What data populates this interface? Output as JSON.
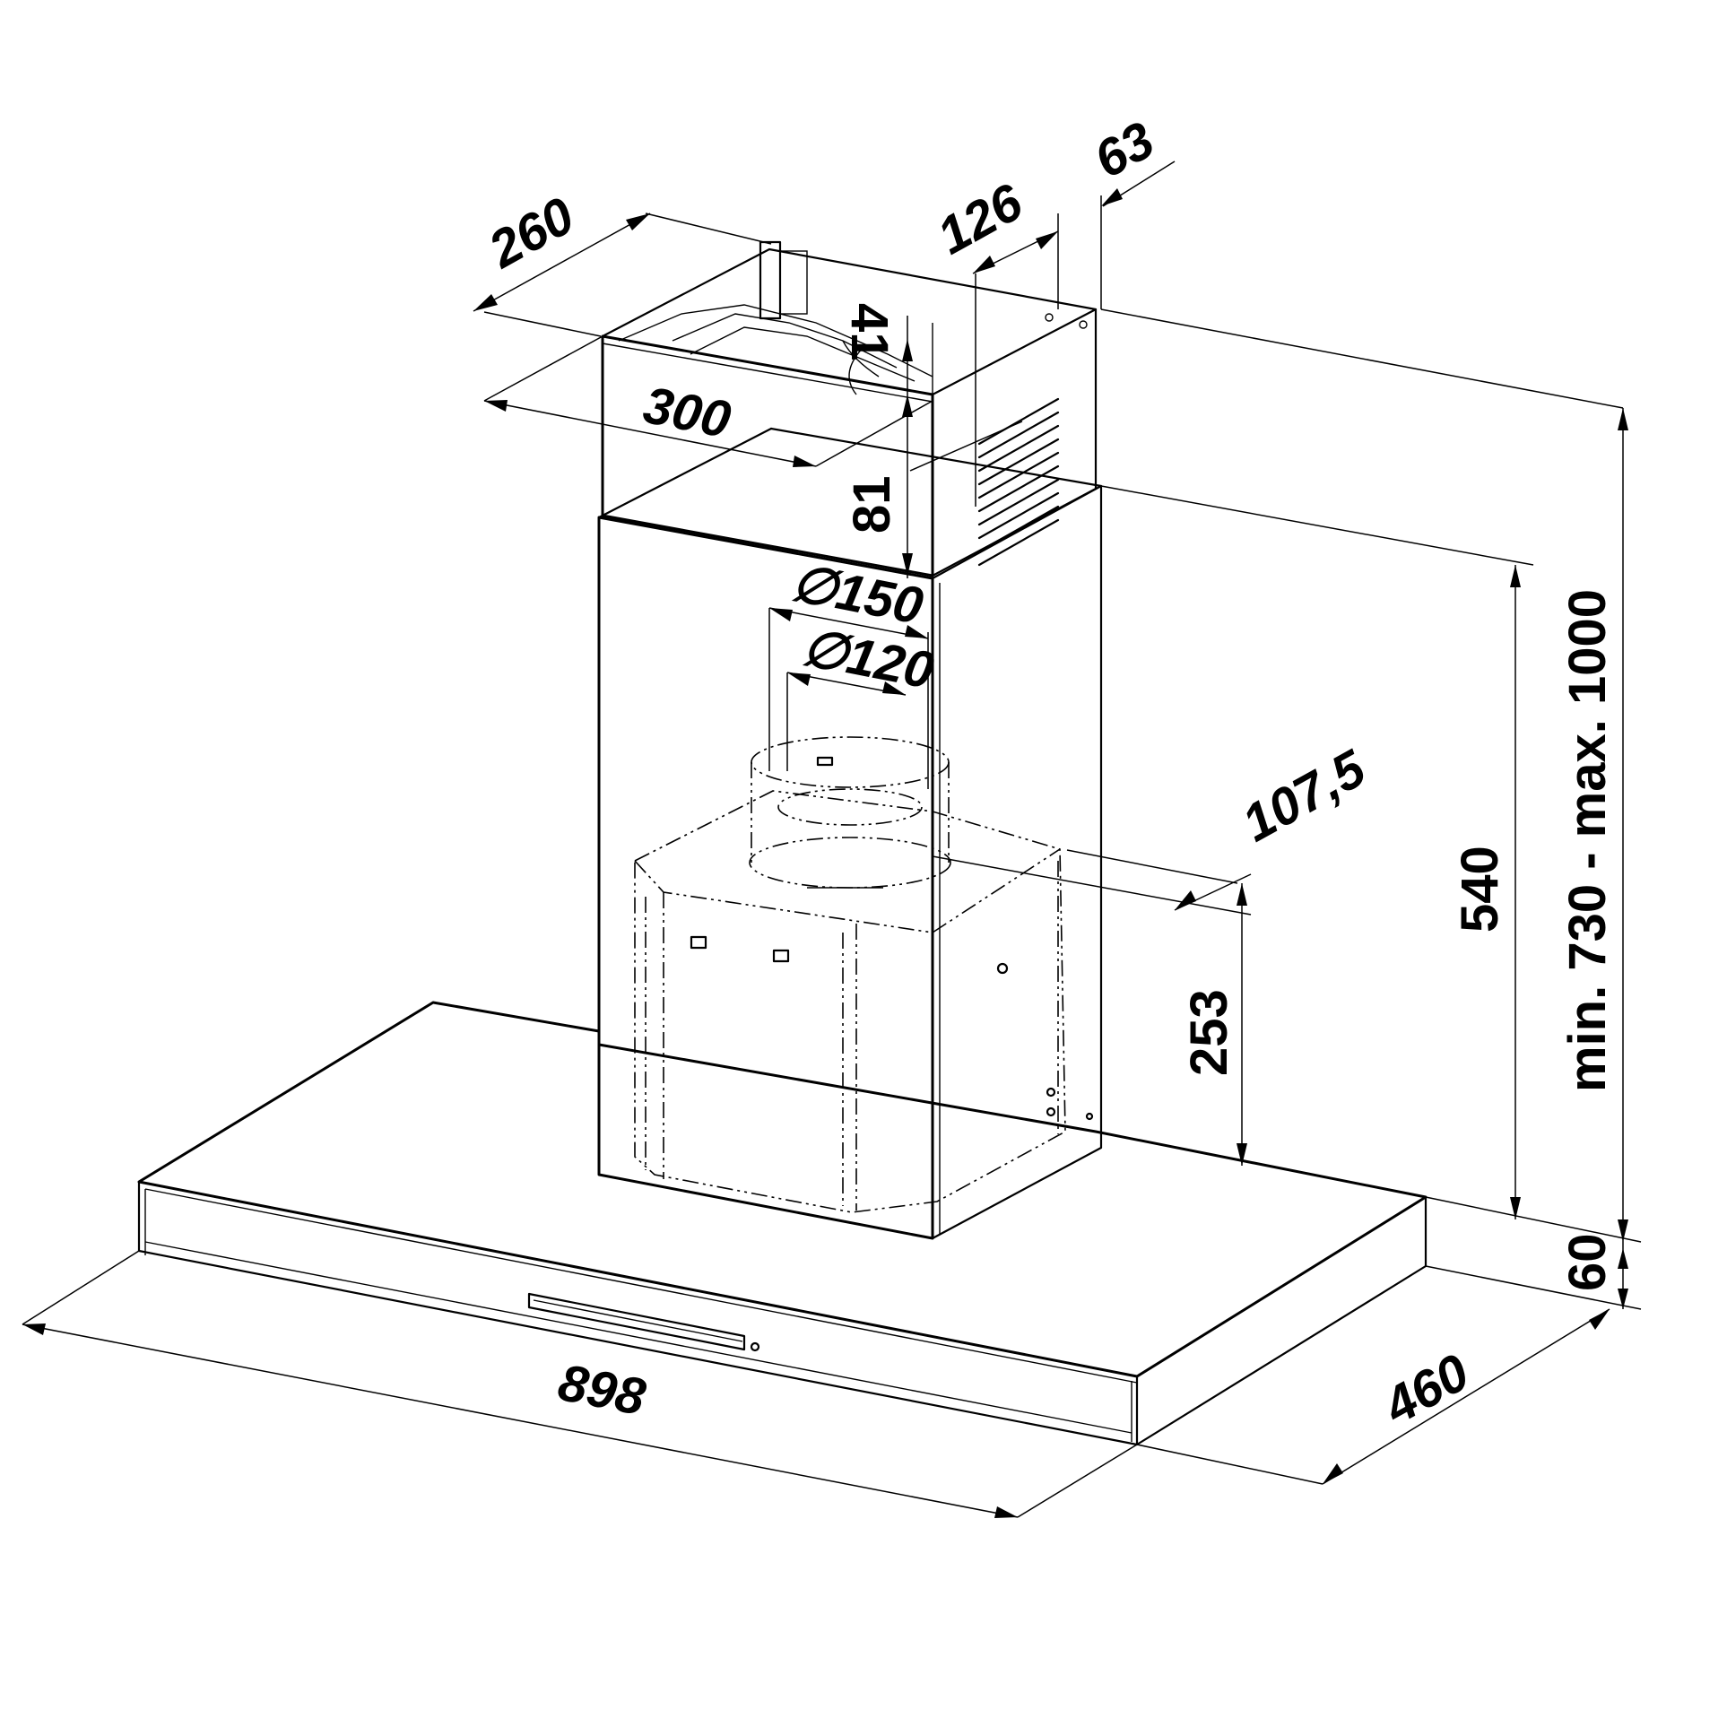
{
  "dimensions": {
    "depth_top_duct": "260",
    "chimney_width": "300",
    "dim_41": "41",
    "dim_126": "126",
    "dim_63": "63",
    "dim_81": "81",
    "outlet_diameter_150": "∅150",
    "outlet_diameter_120": "∅120",
    "offset_107_5": "107,5",
    "height_253": "253",
    "height_540": "540",
    "total_height": "min. 730 - max. 1000",
    "canopy_height": "60",
    "canopy_depth": "460",
    "canopy_width": "898"
  }
}
